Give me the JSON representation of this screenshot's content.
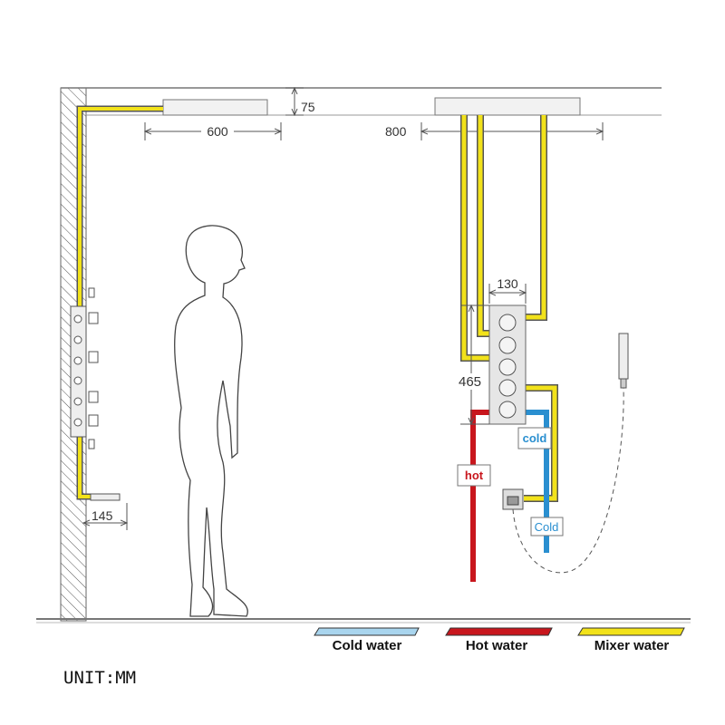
{
  "dimensions": {
    "ceiling_drop": "75",
    "left_head_width": "600",
    "right_head_width": "800",
    "valve_width": "130",
    "valve_height": "465",
    "spout_offset": "145"
  },
  "labels": {
    "hot": "hot",
    "cold": "cold",
    "cold_hand": "Cold"
  },
  "legend": [
    {
      "label": "Cold water",
      "color": "#a9d5ee"
    },
    {
      "label": "Hot water",
      "color": "#c8161d"
    },
    {
      "label": "Mixer water",
      "color": "#f2e21a"
    }
  ],
  "unit": "UNIT:MM"
}
